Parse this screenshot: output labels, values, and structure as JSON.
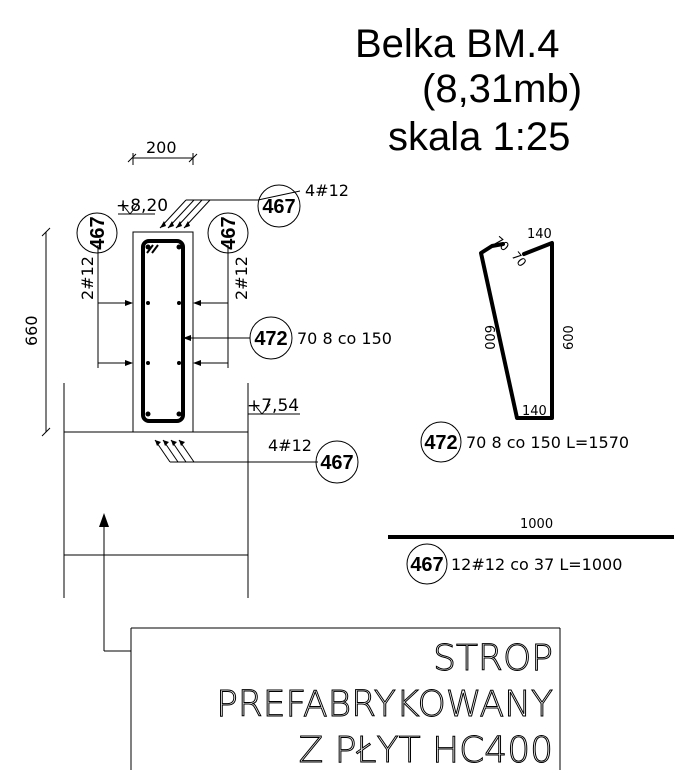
{
  "title": {
    "line1": "Belka BM.4",
    "line2": "(8,31mb)",
    "line3": "skala 1:25"
  },
  "section": {
    "width_dim": "200",
    "height_dim": "660",
    "level_top": "+8,20",
    "level_bottom": "+7,54",
    "side_bars_left": "2#12",
    "side_bars_right": "2#12",
    "top_bars": "4#12",
    "bottom_bars": "4#12"
  },
  "marks": {
    "m467": "467",
    "m472": "472"
  },
  "stirrup": {
    "spec": "70 8 co 150",
    "detail_spec": "70 8 co 150 L=1570",
    "dim_top": "140",
    "dim_bottom": "140",
    "dim_right": "600",
    "dim_left": "600",
    "dim_hook1": "70",
    "dim_hook2": "70"
  },
  "bar": {
    "length_dim": "1000",
    "spec": "12#12 co 37 L=1000"
  },
  "slab_note": {
    "line1": "STROP",
    "line2": "PREFABRYKOWANY",
    "line3": "Z PŁYT HC400"
  }
}
